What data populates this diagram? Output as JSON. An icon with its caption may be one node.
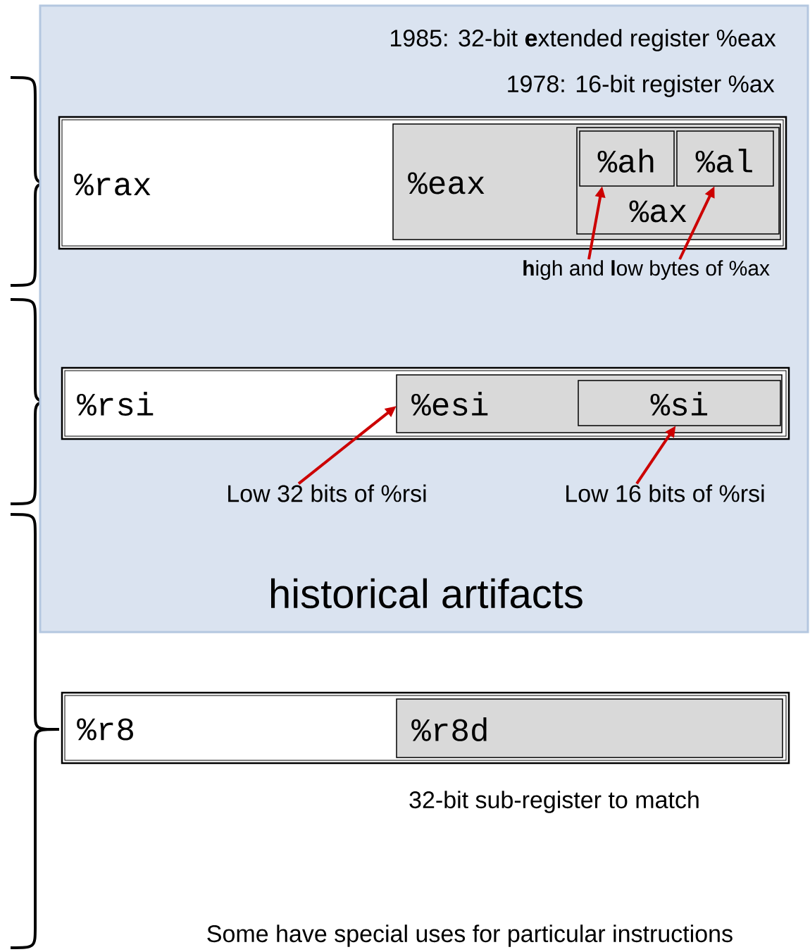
{
  "diagram": {
    "nodes": [
      {
        "text": [
          "1985: 32-bit **e**xtended register %eax",
          "1978: 16-bit register %ax",
          "historical artifacts"
        ]
      },
      {
        "text": [
          "%rax"
        ],
        "in": 0
      },
      {
        "text": [
          "%eax"
        ],
        "in": 1
      },
      {
        "text": [
          "%ax"
        ],
        "in": 2
      },
      {
        "text": [
          "%ah"
        ],
        "in": 3
      },
      {
        "text": [
          "%al"
        ],
        "in": 3
      },
      {
        "text": [
          "**h**igh and **l**ow bytes of %ax"
        ],
        "in": 0
      },
      {
        "text": [
          "%rsi"
        ],
        "in": 0
      },
      {
        "text": [
          "%esi"
        ],
        "in": 7
      },
      {
        "text": [
          "%si"
        ],
        "in": 8
      },
      {
        "text": [
          "Low 32 bits of %rsi"
        ],
        "in": 0
      },
      {
        "text": [
          "Low 16 bits of %rsi"
        ],
        "in": 0
      },
      {
        "text": [
          "%r8"
        ]
      },
      {
        "text": [
          "%r8d"
        ],
        "in": 12
      }
    ],
    "edges": [
      {
        "from": 6,
        "to": 4,
        "arrow": "to"
      },
      {
        "from": 6,
        "to": 5,
        "arrow": "to"
      },
      {
        "from": 10,
        "to": 8,
        "arrow": "to"
      },
      {
        "from": 11,
        "to": 9,
        "arrow": "to"
      }
    ],
    "labels": [
      "32-bit sub-register to match",
      "Some have special uses for particular instructions"
    ]
  }
}
